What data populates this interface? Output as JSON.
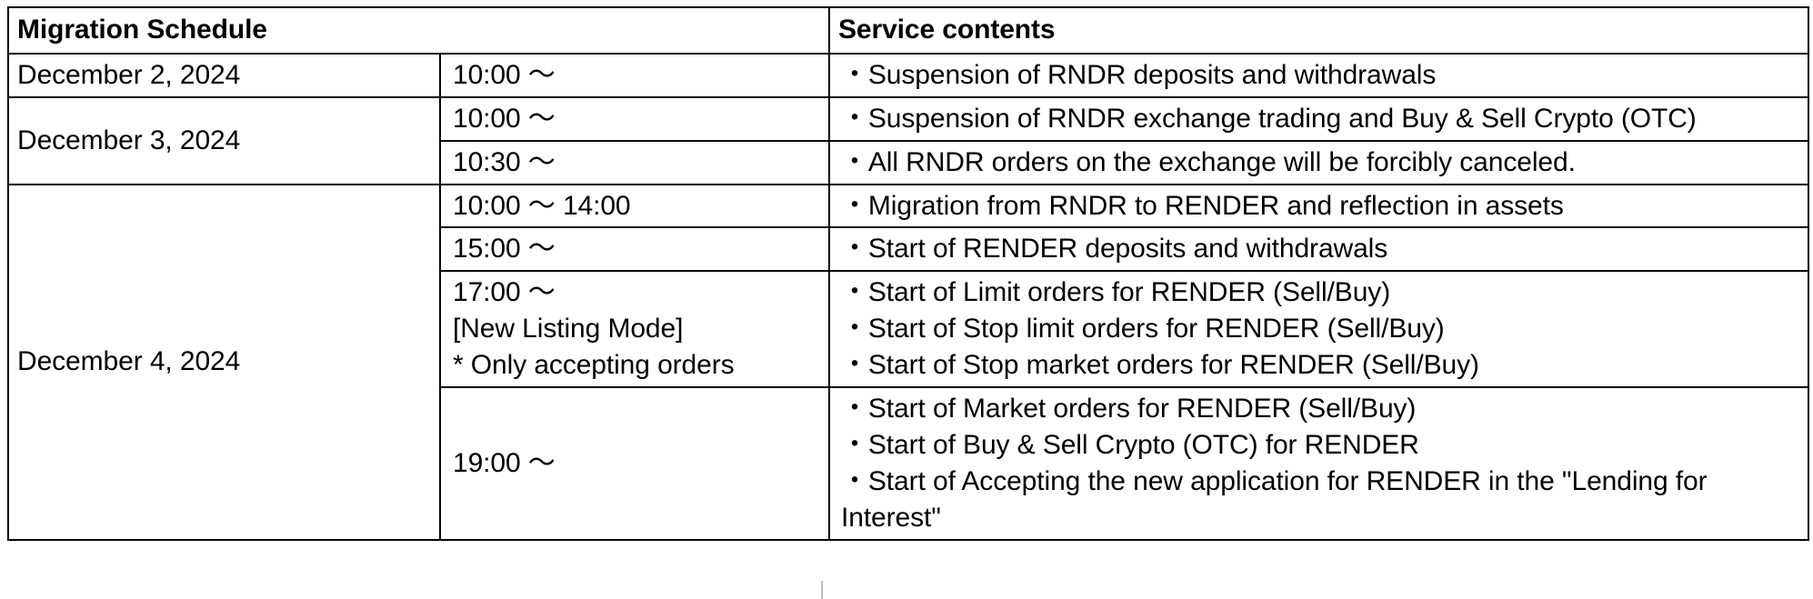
{
  "table": {
    "headers": {
      "schedule": "Migration Schedule",
      "service": "Service contents"
    },
    "tilde": "〜",
    "bullet": "・",
    "rows": [
      {
        "date": "December 2, 2024",
        "date_rowspan": 1,
        "time_lines": [
          "10:00 〜"
        ],
        "service_lines": [
          "・Suspension of RNDR deposits and withdrawals"
        ]
      },
      {
        "date": "December 3, 2024",
        "date_rowspan": 2,
        "time_lines": [
          "10:00 〜"
        ],
        "service_lines": [
          "・Suspension of RNDR exchange trading and Buy & Sell Crypto (OTC)"
        ]
      },
      {
        "date": null,
        "time_lines": [
          "10:30 〜"
        ],
        "service_lines": [
          "・All RNDR orders on the exchange will be forcibly canceled."
        ]
      },
      {
        "date": "December 4, 2024",
        "date_rowspan": 4,
        "time_lines": [
          "10:00 〜 14:00"
        ],
        "service_lines": [
          "・Migration from RNDR to RENDER and reflection in assets"
        ]
      },
      {
        "date": null,
        "time_lines": [
          "15:00 〜"
        ],
        "service_lines": [
          "・Start of RENDER deposits and withdrawals"
        ]
      },
      {
        "date": null,
        "time_lines": [
          "17:00 〜",
          "[New Listing Mode]",
          "* Only accepting orders"
        ],
        "service_lines": [
          "・Start of Limit orders for RENDER (Sell/Buy)",
          "・Start of Stop limit orders for RENDER (Sell/Buy)",
          "・Start of Stop market orders for RENDER (Sell/Buy)"
        ]
      },
      {
        "date": null,
        "time_lines": [
          "19:00 〜"
        ],
        "service_lines": [
          "・Start of Market orders for RENDER (Sell/Buy)",
          "・Start of Buy & Sell Crypto (OTC) for RENDER",
          "・Start of Accepting the new application for RENDER in the \"Lending for Interest\""
        ]
      }
    ]
  },
  "colors": {
    "border": "#000000",
    "text": "#000000",
    "background": "#ffffff"
  }
}
